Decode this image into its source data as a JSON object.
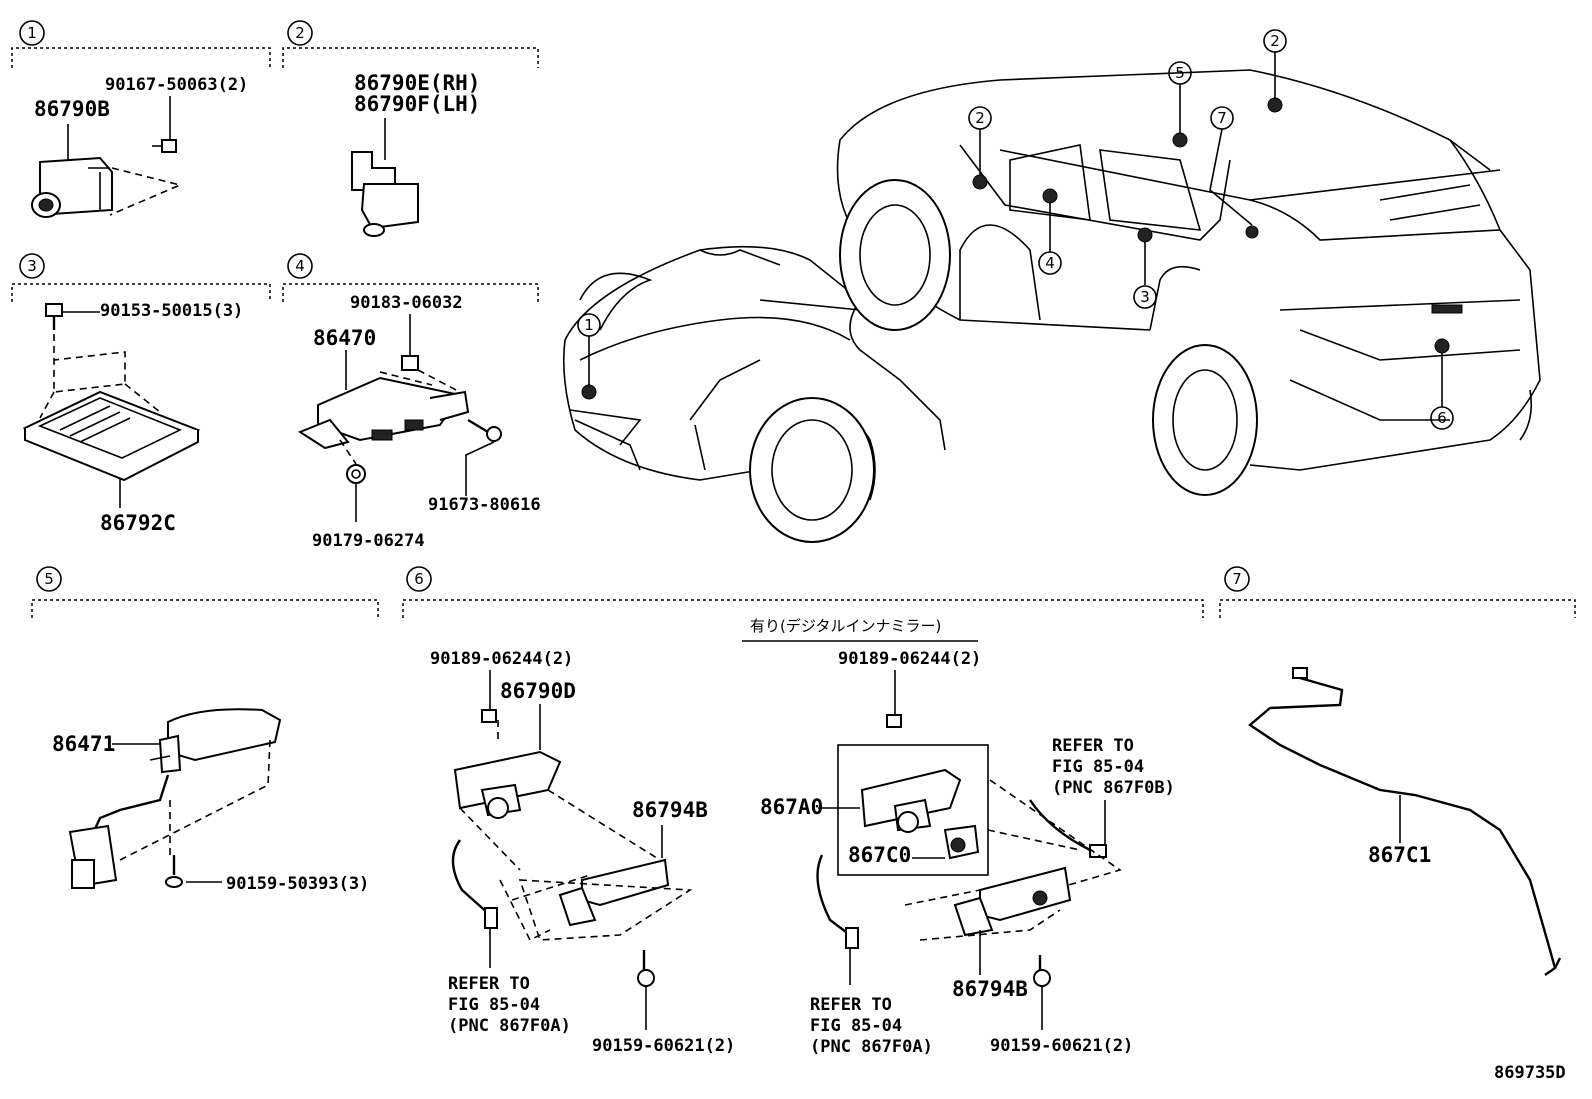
{
  "sections": [
    {
      "id": "1",
      "label": "1"
    },
    {
      "id": "2",
      "label": "2"
    },
    {
      "id": "3",
      "label": "3"
    },
    {
      "id": "4",
      "label": "4"
    },
    {
      "id": "5",
      "label": "5"
    },
    {
      "id": "6",
      "label": "6"
    },
    {
      "id": "7",
      "label": "7"
    }
  ],
  "car_callouts": [
    "1",
    "2",
    "2",
    "5",
    "7",
    "4",
    "3",
    "6"
  ],
  "labels": {
    "s1_bolt": "90167-50063(2)",
    "s1_part": "86790B",
    "s2_rh": "86790E(RH)",
    "s2_lh": "86790F(LH)",
    "s3_bolt": "90153-50015(3)",
    "s3_part": "86792C",
    "s4_nut": "90183-06032",
    "s4_part": "86470",
    "s4_bolt": "91673-80616",
    "s4_grommet": "90179-06274",
    "s5_part": "86471",
    "s5_screw": "90159-50393(3)",
    "s6_jp_note": "有り(デジタルインナミラー)",
    "s6_nut_a": "90189-06244(2)",
    "s6_cam_a": "86790D",
    "s6_bracket_a": "86794B",
    "s6_ref_a_1": "REFER TO",
    "s6_ref_a_2": "FIG 85-04",
    "s6_ref_a_3": "(PNC 867F0A)",
    "s6_screw_a": "90159-60621(2)",
    "s6_nut_b": "90189-06244(2)",
    "s6_cam_b": "867A0",
    "s6_cam_b_sub": "867C0",
    "s6_ref_b_1": "REFER TO",
    "s6_ref_b_2": "FIG 85-04",
    "s6_ref_b_3": "(PNC 867F0B)",
    "s6_ref_c_1": "REFER TO",
    "s6_ref_c_2": "FIG 85-04",
    "s6_ref_c_3": "(PNC 867F0A)",
    "s6_bracket_b": "86794B",
    "s6_screw_b": "90159-60621(2)",
    "s7_part": "867C1",
    "figure_id": "869735D"
  }
}
